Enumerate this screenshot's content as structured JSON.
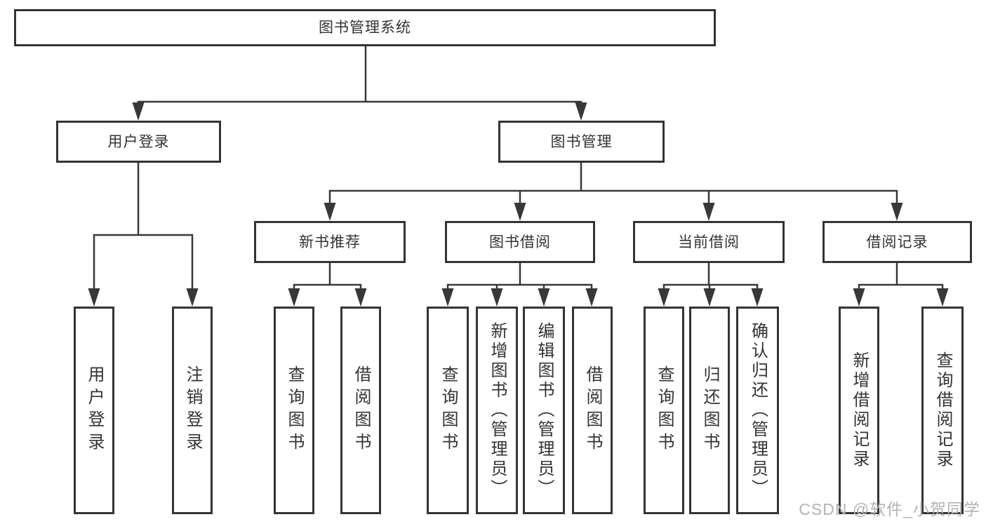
{
  "nodes": {
    "root": "图书管理系统",
    "user_login": "用户登录",
    "book_mgmt": "图书管理",
    "new_book_rec": "新书推荐",
    "book_borrow": "图书借阅",
    "current_borrow": "当前借阅",
    "borrow_records": "借阅记录",
    "leaf_user_login": "用户登录",
    "leaf_logout": "注销登录",
    "leaf_query_book_rec": "查询图书",
    "leaf_borrow_book_rec": "借阅图书",
    "leaf_query_book_borrow": "查询图书",
    "leaf_add_book": "新增图书（管理员）",
    "leaf_edit_book": "编辑图书（管理员）",
    "leaf_borrow_book_borrow": "借阅图书",
    "leaf_query_book_current": "查询图书",
    "leaf_return_book": "归还图书",
    "leaf_confirm_return": "确认归还（管理员）",
    "leaf_add_record": "新增借阅记录",
    "leaf_query_record": "查询借阅记录"
  },
  "hierarchy": {
    "图书管理系统": {
      "用户登录": [
        "用户登录",
        "注销登录"
      ],
      "图书管理": {
        "新书推荐": [
          "查询图书",
          "借阅图书"
        ],
        "图书借阅": [
          "查询图书",
          "新增图书（管理员）",
          "编辑图书（管理员）",
          "借阅图书"
        ],
        "当前借阅": [
          "查询图书",
          "归还图书",
          "确认归还（管理员）"
        ],
        "借阅记录": [
          "新增借阅记录",
          "查询借阅记录"
        ]
      }
    }
  },
  "watermark": "CSDN @软件_小贺同学",
  "colors": {
    "line": "#383838",
    "text": "#333333",
    "background": "#ffffff",
    "watermark": "#b3b3b3"
  }
}
